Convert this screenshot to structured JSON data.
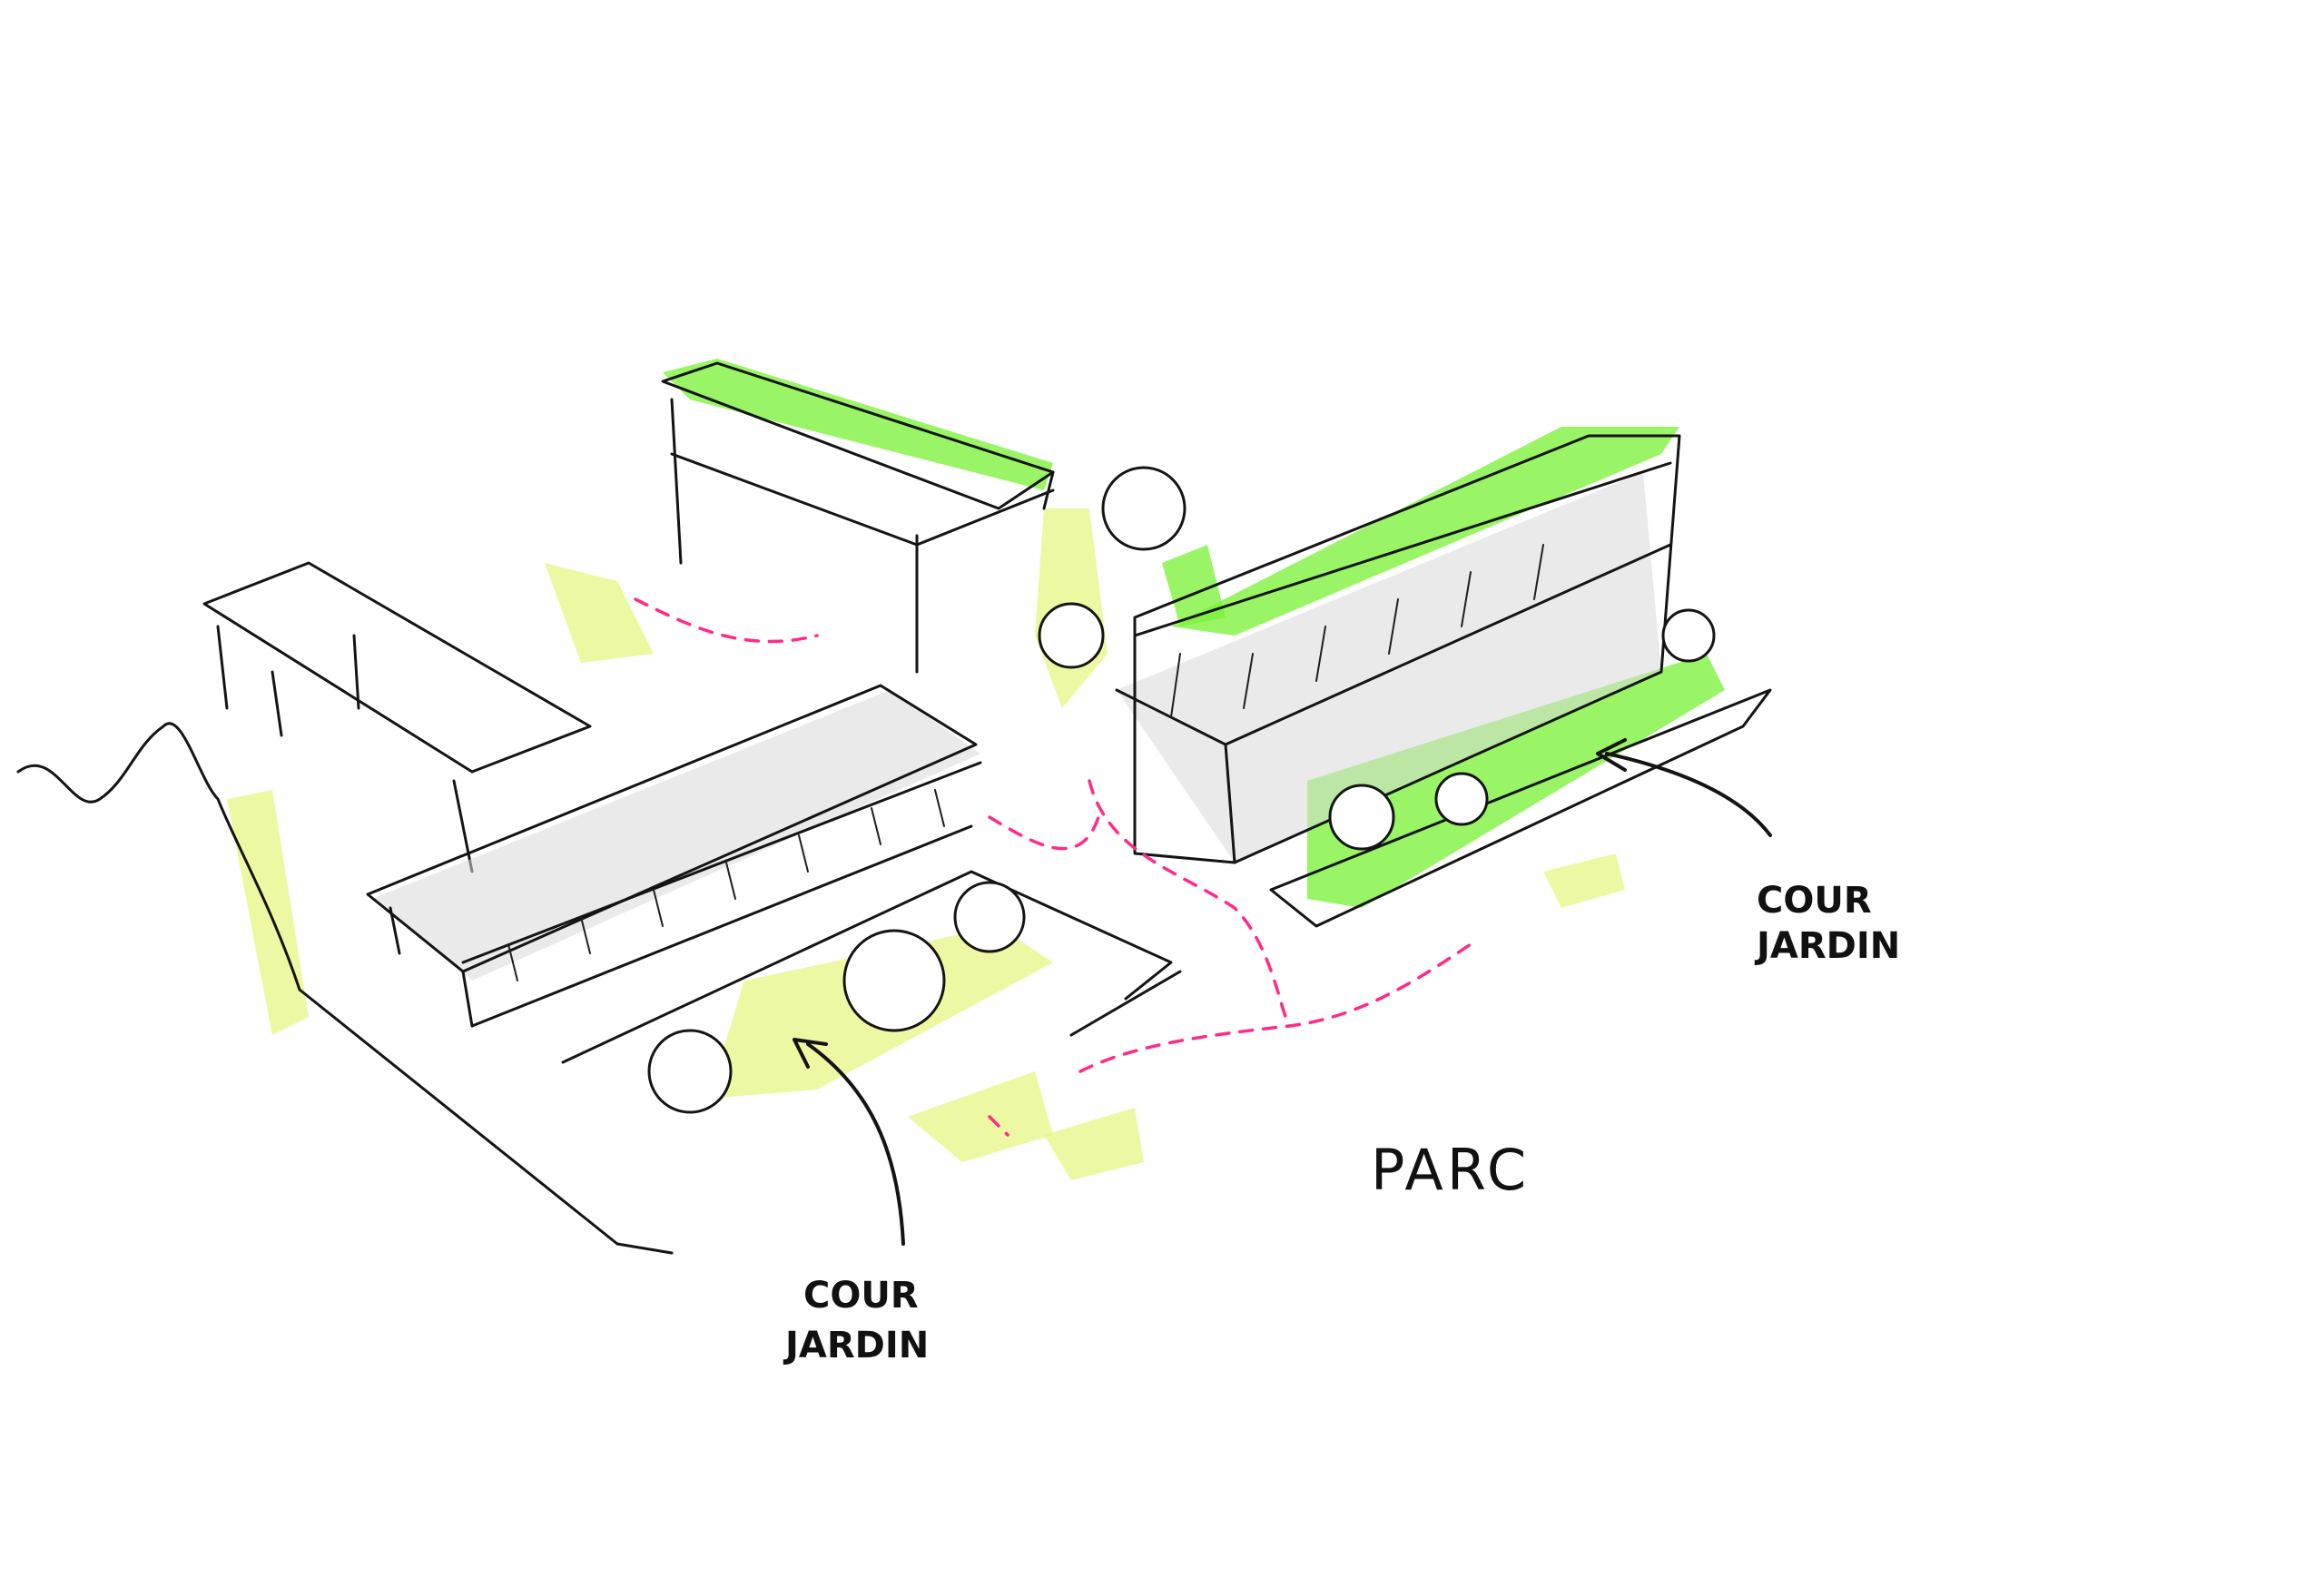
{
  "labels": {
    "left_line1": "COUR",
    "left_line2": "JARDIN",
    "right_line1": "COUR",
    "right_line2": "JARDIN",
    "park": "PARC"
  },
  "colors": {
    "highlight_green": "#7cf23a",
    "highlight_yellow": "#e6f57a",
    "path_pink": "#ff2a8a",
    "ink": "#141414"
  }
}
